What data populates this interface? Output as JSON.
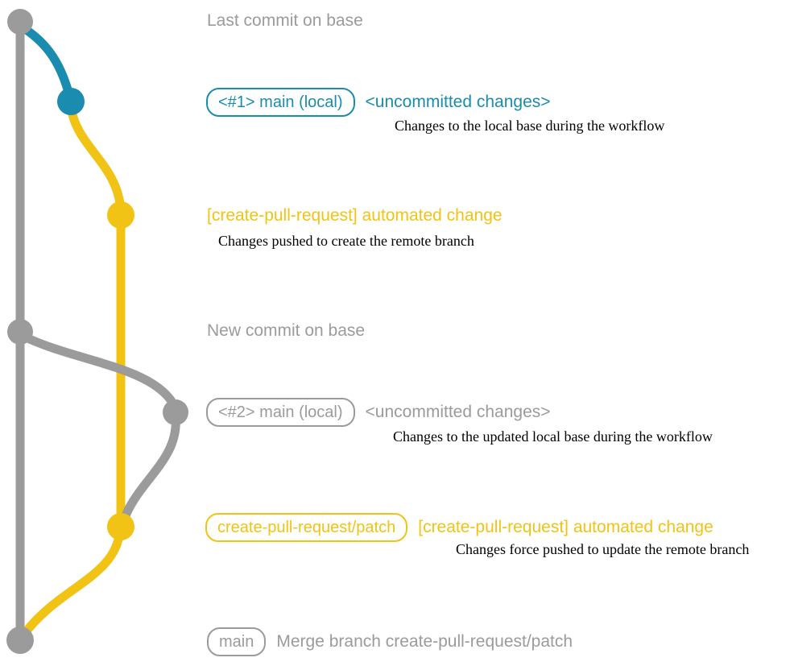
{
  "colors": {
    "gray": "#9b9b9b",
    "blue": "#1a8caf",
    "yellow": "#f0c314",
    "subtitle_text": "#000000",
    "background": "#ffffff"
  },
  "graph": {
    "description_names": [
      "base-branch-gray",
      "local-main-blue",
      "create-pull-request-branch-yellow"
    ],
    "nodes": [
      {
        "name": "last-commit-on-base",
        "color": "gray"
      },
      {
        "name": "local-main-commit-1",
        "color": "blue"
      },
      {
        "name": "automated-change-commit-1",
        "color": "yellow"
      },
      {
        "name": "new-commit-on-base",
        "color": "gray"
      },
      {
        "name": "local-main-commit-2",
        "color": "gray"
      },
      {
        "name": "automated-change-commit-2",
        "color": "yellow"
      },
      {
        "name": "merge-commit",
        "color": "gray"
      }
    ]
  },
  "rows": [
    {
      "text": "Last commit on base"
    },
    {
      "badge": "<#1> main (local)",
      "title": "<uncommitted changes>",
      "subtitle": "Changes to the local base during the workflow"
    },
    {
      "title": "[create-pull-request] automated change",
      "subtitle": "Changes pushed to create the remote branch"
    },
    {
      "text": "New commit on base"
    },
    {
      "badge": "<#2> main (local)",
      "title": "<uncommitted changes>",
      "subtitle": "Changes to the updated local base during the workflow"
    },
    {
      "badge": "create-pull-request/patch",
      "title": "[create-pull-request] automated change",
      "subtitle": "Changes force pushed to update the remote branch"
    },
    {
      "badge": "main",
      "title": "Merge branch create-pull-request/patch"
    }
  ]
}
